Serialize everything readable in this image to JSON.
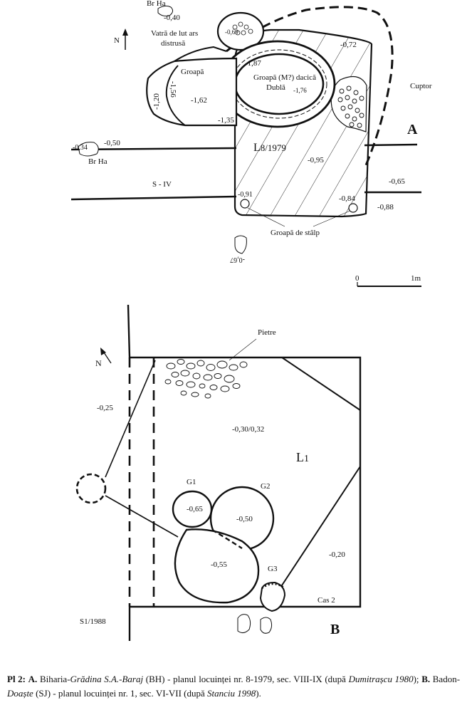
{
  "plan_a": {
    "label": "A",
    "north": "N",
    "br_ha_top": "Br Ha",
    "br_ha_top_depth": "-0,40",
    "hearth_label_1": "Vatră de lut ars",
    "hearth_label_2": "distrusă",
    "hearth_depth": "-0,69",
    "depth_072": "-0,72",
    "cuptor": "Cuptor",
    "groapa": "Groapă",
    "depth_120": "-1,20",
    "depth_156": "-1,56",
    "depth_162": "-1,62",
    "depth_135": "-1,35",
    "depth_187": "-1,87",
    "pit_label_1": "Groapă (M?) dacică",
    "pit_label_2": "Dublă",
    "depth_176": "-1,76",
    "dwelling_label": "L",
    "dwelling_sub": "8/1979",
    "depth_095": "-0,95",
    "depth_034": "-0,34",
    "depth_050": "-0,50",
    "br_ha_left": "Br Ha",
    "section": "S - IV",
    "depth_091": "-0,91",
    "depth_084": "-0,84",
    "depth_065": "-0,65",
    "depth_088": "-0,88",
    "post_holes": "Groapă de stâlp",
    "depth_067": "-0,67",
    "scale_start": "0",
    "scale_end": "1m"
  },
  "plan_b": {
    "label": "B",
    "north": "N",
    "pietre": "Pietre",
    "depth_025": "-0,25",
    "depth_030": "-0,30/0,32",
    "dwelling_label": "L",
    "dwelling_sub": "1",
    "g1": "G1",
    "g1_depth": "-0,65",
    "g2": "G2",
    "g2_depth": "-0,50",
    "g_big_depth": "-0,55",
    "g3": "G3",
    "depth_020": "-0,20",
    "cas": "Cas 2",
    "section": "S1/1988"
  },
  "caption": {
    "pl": "Pl 2:",
    "a_marker": "A.",
    "a_site_plain": "Biharia-",
    "a_site_italic": "Grădina S.A.-Baraj",
    "a_text": "(BH) - planul locuinței nr. 8-1979, sec. VIII-IX (după",
    "a_ref": "Dumitrașcu 1980",
    "sep": ");",
    "b_marker": "B.",
    "b_site_plain": "Badon-",
    "b_site_italic": "Doaște",
    "b_text": "(SJ) - planul locuinței nr. 1, sec. VI-VII (după",
    "b_ref": "Stanciu 1998",
    "end": ")."
  }
}
